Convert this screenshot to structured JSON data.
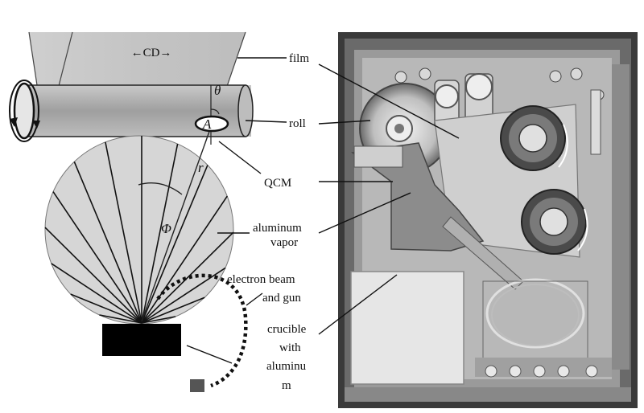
{
  "labels": {
    "cd": "←CD→",
    "film": "film",
    "roll": "roll",
    "qcm": "QCM",
    "aluminum_vapor_1": "aluminum",
    "aluminum_vapor_2": "vapor",
    "electron_beam_1": "electron beam",
    "electron_beam_2": "and gun",
    "crucible_1": "crucible",
    "crucible_2": "with",
    "crucible_3": "aluminu",
    "crucible_4": "m"
  },
  "symbols": {
    "theta": "θ",
    "r": "r",
    "phi": "Φ",
    "a": "A"
  },
  "colors": {
    "vapor_circle": "#d6d6d6",
    "film_gray": "#bdbdbd",
    "roll_gray": "#a8a8a8",
    "crucible": "#000000",
    "gun_box": "#555555",
    "photo_dark": "#3a3a3a",
    "photo_light": "#d9d9d9"
  }
}
